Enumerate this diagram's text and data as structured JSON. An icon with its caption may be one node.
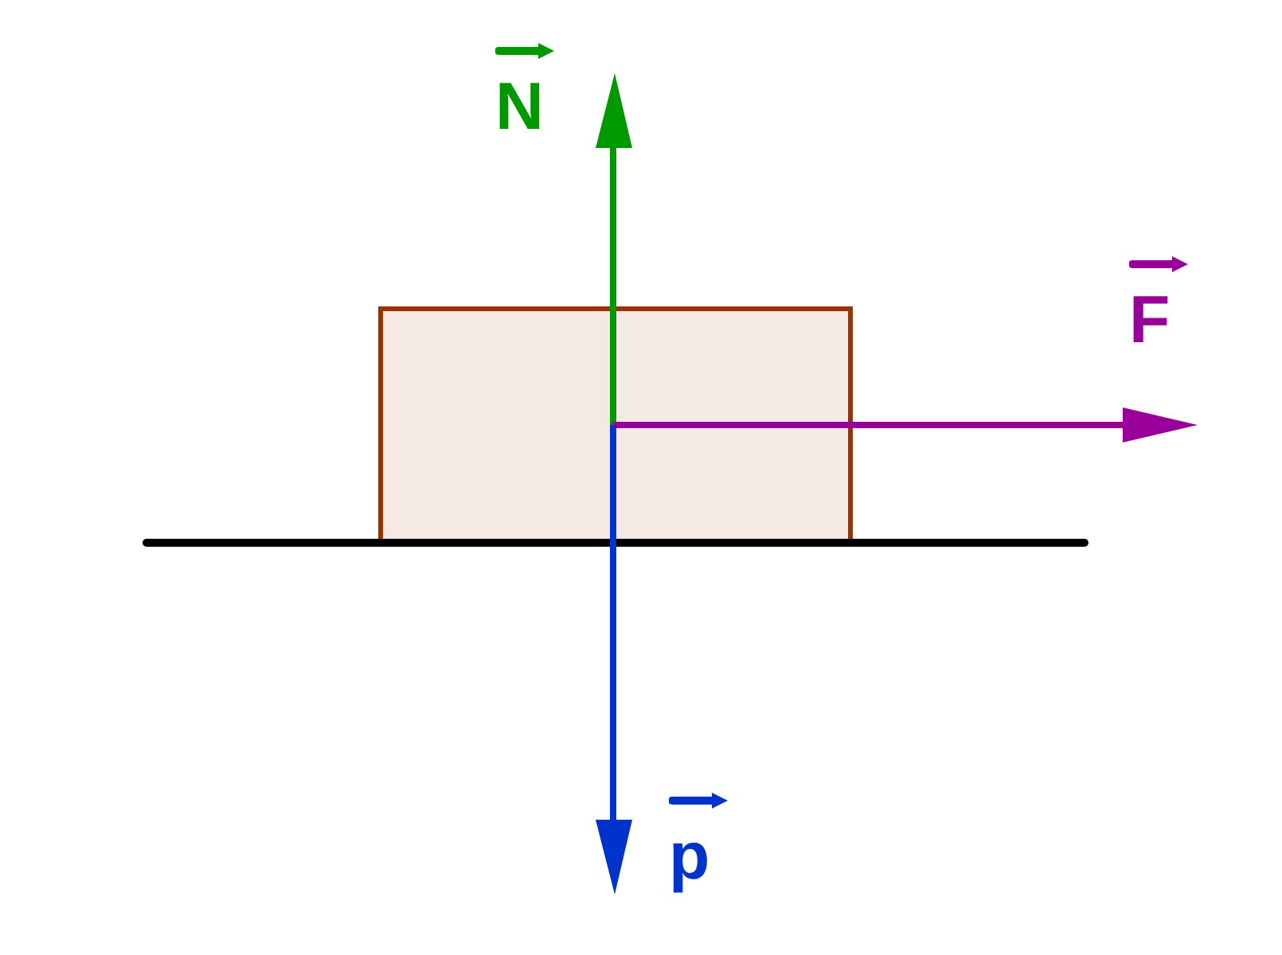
{
  "diagram": {
    "nodes": [
      {
        "text": [],
        "shape": "box"
      }
    ],
    "labels": [
      "N",
      "F",
      "p"
    ]
  }
}
